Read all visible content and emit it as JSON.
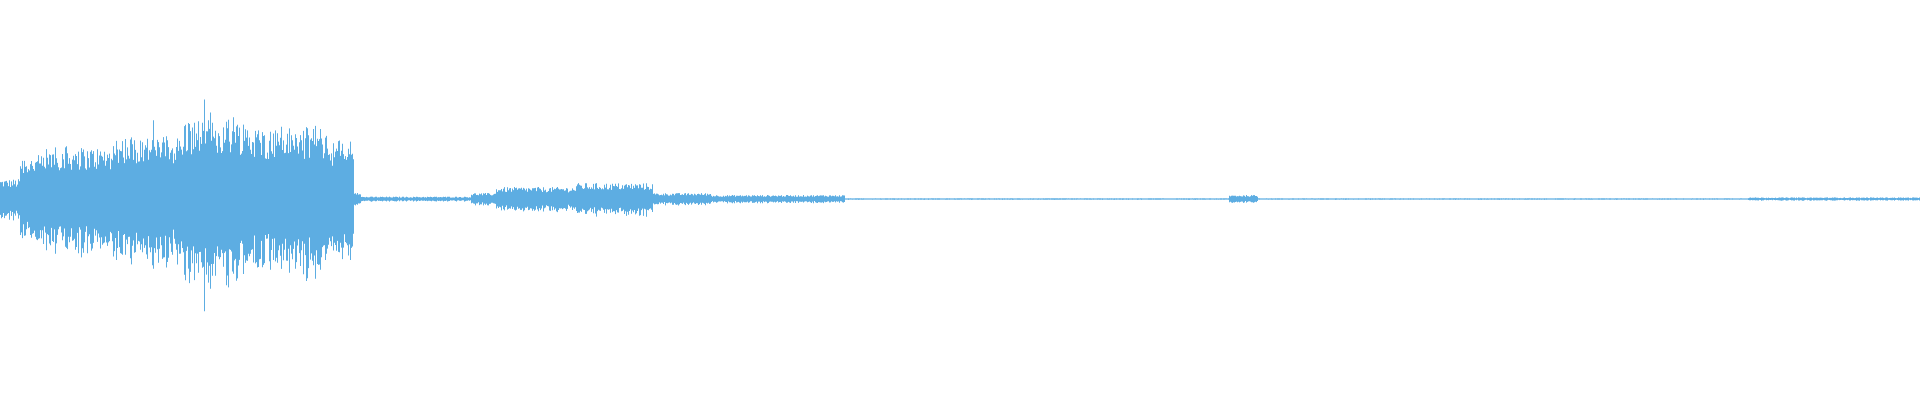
{
  "waveform": {
    "color": "#5DADE2",
    "background": "#FFFFFF",
    "duration_fraction_segments": [
      {
        "start": 0.0,
        "end": 0.01,
        "amplitude": 0.1
      },
      {
        "start": 0.01,
        "end": 0.025,
        "amplitude": 0.22
      },
      {
        "start": 0.025,
        "end": 0.06,
        "amplitude": 0.26
      },
      {
        "start": 0.06,
        "end": 0.095,
        "amplitude": 0.32
      },
      {
        "start": 0.095,
        "end": 0.13,
        "amplitude": 0.4
      },
      {
        "start": 0.13,
        "end": 0.17,
        "amplitude": 0.36
      },
      {
        "start": 0.17,
        "end": 0.184,
        "amplitude": 0.3
      },
      {
        "start": 0.184,
        "end": 0.188,
        "amplitude": 0.04
      },
      {
        "start": 0.188,
        "end": 0.245,
        "amplitude": 0.012
      },
      {
        "start": 0.245,
        "end": 0.258,
        "amplitude": 0.03
      },
      {
        "start": 0.258,
        "end": 0.3,
        "amplitude": 0.06
      },
      {
        "start": 0.3,
        "end": 0.34,
        "amplitude": 0.08
      },
      {
        "start": 0.34,
        "end": 0.37,
        "amplitude": 0.03
      },
      {
        "start": 0.37,
        "end": 0.44,
        "amplitude": 0.02
      },
      {
        "start": 0.44,
        "end": 0.64,
        "amplitude": 0.004
      },
      {
        "start": 0.64,
        "end": 0.655,
        "amplitude": 0.02
      },
      {
        "start": 0.655,
        "end": 0.91,
        "amplitude": 0.004
      },
      {
        "start": 0.91,
        "end": 1.0,
        "amplitude": 0.008
      }
    ]
  }
}
